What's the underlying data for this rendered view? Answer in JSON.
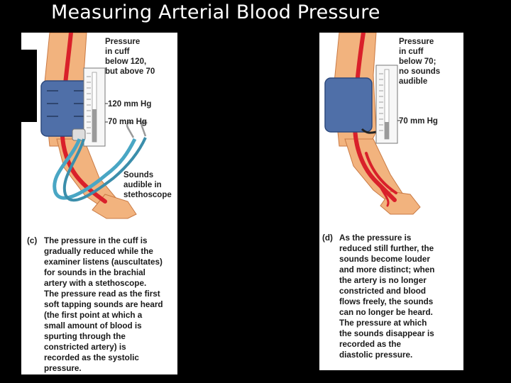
{
  "title": "Measuring Arterial Blood Pressure",
  "panel_c": {
    "pressure_label": "Pressure\nin cuff\nbelow 120,\nbut above 70",
    "gauge_high": "120 mm Hg",
    "gauge_low": "70 mm Hg",
    "sounds_label": "Sounds\naudible in\nstethoscope",
    "caption_letter": "(c)",
    "caption": "The pressure in the cuff is\ngradually reduced while the\nexaminer listens (auscultates)\nfor sounds in the brachial\nartery with a stethoscope.\nThe pressure read as the first\nsoft tapping sounds are heard\n(the first point at which a\nsmall amount of blood is\nspurting through the\nconstricted artery) is\nrecorded as the systolic\npressure."
  },
  "panel_d": {
    "pressure_label": "Pressure\nin cuff\nbelow 70;\nno sounds\naudible",
    "gauge_low": "70 mm Hg",
    "caption_letter": "(d)",
    "caption": "As the pressure is\nreduced still further, the\nsounds become louder\nand more distinct; when\nthe artery is no longer\nconstricted and blood\nflows freely, the sounds\ncan no longer be heard.\nThe pressure at which\nthe sounds disappear is\nrecorded as the\ndiastolic pressure."
  },
  "colors": {
    "skin": "#f2b37e",
    "skin_shadow": "#d98e55",
    "artery": "#d9202a",
    "cuff": "#4f6fa8",
    "tubing": "#49a6c4"
  }
}
